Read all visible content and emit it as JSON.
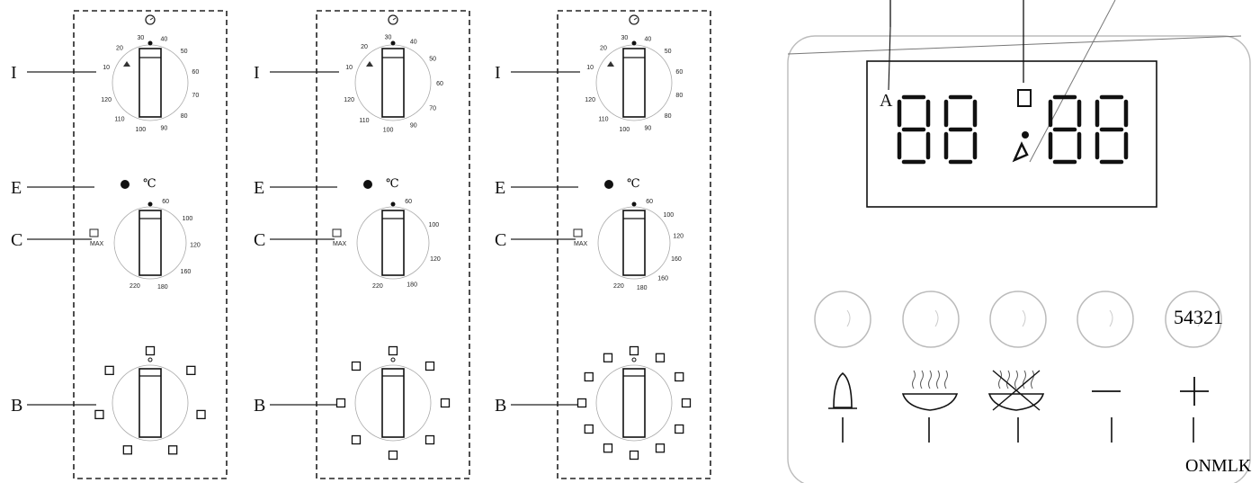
{
  "panels": [
    {
      "labels": {
        "i": "I",
        "e": "E",
        "c": "C",
        "b": "B"
      },
      "timer_ticks": [
        "10",
        "20",
        "30",
        "40",
        "50",
        "60",
        "70",
        "80",
        "90",
        "100",
        "110",
        "120"
      ],
      "temp_ticks": [
        "60",
        "100",
        "120",
        "160",
        "180",
        "220",
        "MAX"
      ],
      "temp_unit": "℃",
      "function_positions": 7
    },
    {
      "labels": {
        "i": "I",
        "e": "E",
        "c": "C",
        "b": "B"
      },
      "timer_ticks": [
        "10",
        "20",
        "30",
        "40",
        "50",
        "60",
        "70",
        "90",
        "100",
        "110",
        "120"
      ],
      "temp_ticks": [
        "60",
        "100",
        "120",
        "180",
        "220",
        "MAX"
      ],
      "temp_unit": "℃",
      "function_positions": 8
    },
    {
      "labels": {
        "i": "I",
        "e": "E",
        "c": "C",
        "b": "B"
      },
      "timer_ticks": [
        "10",
        "20",
        "30",
        "40",
        "50",
        "60",
        "80",
        "80",
        "90",
        "100",
        "110",
        "120"
      ],
      "temp_ticks": [
        "60",
        "100",
        "120",
        "160",
        "160",
        "180",
        "220",
        "MAX"
      ],
      "temp_unit": "℃",
      "function_positions": 12
    }
  ],
  "controller": {
    "display_label": "A",
    "display_digits": "88:88",
    "button_codes": "54321",
    "bottom_codes": "ONMLK",
    "buttons": [
      {
        "icon": "bell-icon"
      },
      {
        "icon": "steam-dish-icon"
      },
      {
        "icon": "steam-off-dish-icon"
      },
      {
        "icon": "minus-icon",
        "symbol": "−"
      },
      {
        "icon": "plus-icon",
        "symbol": "+"
      }
    ]
  }
}
